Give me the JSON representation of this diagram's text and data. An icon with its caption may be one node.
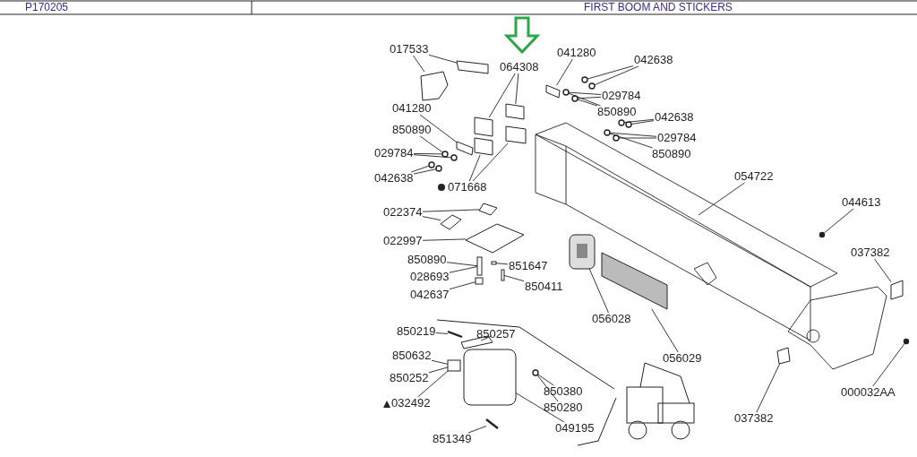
{
  "diagram": {
    "title": "FIRST BOOM AND STICKERS",
    "labels": [
      "P170205"
    ],
    "nodes": [
      {
        "text": [
          "017533"
        ]
      },
      {
        "text": [
          "064308"
        ]
      },
      {
        "text": [
          "041280"
        ]
      },
      {
        "text": [
          "042638"
        ]
      },
      {
        "text": [
          "029784"
        ]
      },
      {
        "text": [
          "850890"
        ]
      },
      {
        "text": [
          "041280"
        ]
      },
      {
        "text": [
          "042638"
        ]
      },
      {
        "text": [
          "850890"
        ]
      },
      {
        "text": [
          "029784"
        ]
      },
      {
        "text": [
          "029784"
        ]
      },
      {
        "text": [
          "850890"
        ]
      },
      {
        "text": [
          "042638"
        ]
      },
      {
        "text": [
          "071668"
        ]
      },
      {
        "text": [
          "054722"
        ]
      },
      {
        "text": [
          "044613"
        ]
      },
      {
        "text": [
          "022374"
        ]
      },
      {
        "text": [
          "037382"
        ]
      },
      {
        "text": [
          "022997"
        ]
      },
      {
        "text": [
          "850890"
        ]
      },
      {
        "text": [
          "851647"
        ]
      },
      {
        "text": [
          "028693"
        ]
      },
      {
        "text": [
          "042637"
        ]
      },
      {
        "text": [
          "850411"
        ]
      },
      {
        "text": [
          "056028"
        ]
      },
      {
        "text": [
          "850219"
        ]
      },
      {
        "text": [
          "850257"
        ]
      },
      {
        "text": [
          "850632"
        ]
      },
      {
        "text": [
          "056029"
        ]
      },
      {
        "text": [
          "850252"
        ]
      },
      {
        "text": [
          "850380"
        ]
      },
      {
        "text": [
          "032492"
        ]
      },
      {
        "text": [
          "850280"
        ]
      },
      {
        "text": [
          "037382"
        ]
      },
      {
        "text": [
          "000032AA"
        ]
      },
      {
        "text": [
          "049195"
        ]
      },
      {
        "text": [
          "851349"
        ]
      },
      {
        "text": [],
        "shape": "box"
      },
      {
        "text": [],
        "shape": "box"
      },
      {
        "text": [],
        "shape": "box"
      },
      {
        "text": [],
        "shape": "box"
      },
      {
        "text": [],
        "shape": "box"
      },
      {
        "text": [],
        "shape": "box"
      },
      {
        "text": [],
        "shape": "box"
      },
      {
        "text": [],
        "shape": "box"
      },
      {
        "text": [],
        "shape": "circle"
      },
      {
        "text": [],
        "shape": "circle"
      },
      {
        "text": [],
        "shape": "circle"
      },
      {
        "text": [],
        "shape": "circle"
      },
      {
        "text": [],
        "shape": "circle"
      },
      {
        "text": [],
        "shape": "circle"
      },
      {
        "text": [],
        "shape": "circle"
      },
      {
        "text": [],
        "shape": "circle"
      },
      {
        "text": [],
        "shape": "circle"
      },
      {
        "text": [],
        "shape": "circle"
      },
      {
        "text": [],
        "shape": "circle"
      },
      {
        "text": [],
        "shape": "circle"
      },
      {
        "text": [],
        "shape": "box"
      },
      {
        "text": [],
        "shape": "box"
      },
      {
        "text": [],
        "shape": "box"
      },
      {
        "text": [],
        "shape": "box"
      },
      {
        "text": [],
        "shape": "box"
      },
      {
        "text": [],
        "shape": "box"
      },
      {
        "text": [],
        "shape": "box"
      },
      {
        "text": [],
        "shape": "picture"
      },
      {
        "text": [],
        "shape": "circle"
      },
      {
        "text": [],
        "shape": "box"
      },
      {
        "text": [],
        "shape": "box"
      },
      {
        "text": [],
        "shape": "circle"
      },
      {
        "text": [],
        "shape": "box"
      },
      {
        "text": [],
        "shape": "box"
      },
      {
        "text": [],
        "shape": "box"
      },
      {
        "text": [],
        "shape": "box"
      },
      {
        "text": [],
        "shape": "box"
      },
      {
        "text": [],
        "shape": "bar"
      },
      {
        "text": [],
        "shape": "circle"
      },
      {
        "text": [],
        "shape": "bar"
      }
    ],
    "edges": [
      {
        "from": 0,
        "to": 38,
        "arrow": "none"
      },
      {
        "from": 0,
        "to": 37,
        "arrow": "none"
      },
      {
        "from": 1,
        "to": 39,
        "arrow": "none"
      },
      {
        "from": 1,
        "to": 40,
        "arrow": "none"
      },
      {
        "from": 2,
        "to": 44,
        "arrow": "none"
      },
      {
        "from": 3,
        "to": 51,
        "arrow": "none"
      },
      {
        "from": 3,
        "to": 52,
        "arrow": "none"
      },
      {
        "from": 4,
        "to": 49,
        "arrow": "none"
      },
      {
        "from": 4,
        "to": 50,
        "arrow": "none"
      },
      {
        "from": 5,
        "to": 49,
        "arrow": "none"
      },
      {
        "from": 5,
        "to": 50,
        "arrow": "none"
      },
      {
        "from": 6,
        "to": 43,
        "arrow": "none"
      },
      {
        "from": 7,
        "to": 55,
        "arrow": "none"
      },
      {
        "from": 7,
        "to": 56,
        "arrow": "none"
      },
      {
        "from": 8,
        "to": 45,
        "arrow": "none"
      },
      {
        "from": 9,
        "to": 53,
        "arrow": "none"
      },
      {
        "from": 9,
        "to": 54,
        "arrow": "none"
      },
      {
        "from": 10,
        "to": 45,
        "arrow": "none"
      },
      {
        "from": 10,
        "to": 46,
        "arrow": "none"
      },
      {
        "from": 11,
        "to": 53,
        "arrow": "none"
      },
      {
        "from": 12,
        "to": 47,
        "arrow": "none"
      },
      {
        "from": 12,
        "to": 48,
        "arrow": "none"
      },
      {
        "from": 13,
        "to": 41,
        "arrow": "none"
      },
      {
        "from": 13,
        "to": 42,
        "arrow": "none"
      },
      {
        "from": 14,
        "to": 64,
        "arrow": "none"
      },
      {
        "from": 15,
        "to": 65,
        "arrow": "none"
      },
      {
        "from": 16,
        "to": 57,
        "arrow": "none"
      },
      {
        "from": 16,
        "to": 58,
        "arrow": "none"
      },
      {
        "from": 17,
        "to": 66,
        "arrow": "none"
      },
      {
        "from": 18,
        "to": 59,
        "arrow": "none"
      },
      {
        "from": 19,
        "to": 60,
        "arrow": "none"
      },
      {
        "from": 20,
        "to": 62,
        "arrow": "none"
      },
      {
        "from": 21,
        "to": 60,
        "arrow": "none"
      },
      {
        "from": 22,
        "to": 61,
        "arrow": "none"
      },
      {
        "from": 23,
        "to": 63,
        "arrow": "none"
      },
      {
        "from": 24,
        "to": 69,
        "arrow": "none"
      },
      {
        "from": 25,
        "to": 74,
        "arrow": "none"
      },
      {
        "from": 26,
        "to": 72,
        "arrow": "none"
      },
      {
        "from": 27,
        "to": 73,
        "arrow": "none"
      },
      {
        "from": 28,
        "to": 70,
        "arrow": "none"
      },
      {
        "from": 29,
        "to": 73,
        "arrow": "none"
      },
      {
        "from": 30,
        "to": 75,
        "arrow": "none"
      },
      {
        "from": 31,
        "to": 73,
        "arrow": "none"
      },
      {
        "from": 32,
        "to": 75,
        "arrow": "none"
      },
      {
        "from": 33,
        "to": 67,
        "arrow": "none"
      },
      {
        "from": 34,
        "to": 68,
        "arrow": "none"
      },
      {
        "from": 35,
        "to": 71,
        "arrow": "none"
      },
      {
        "from": 36,
        "to": 76,
        "arrow": "none"
      }
    ]
  }
}
